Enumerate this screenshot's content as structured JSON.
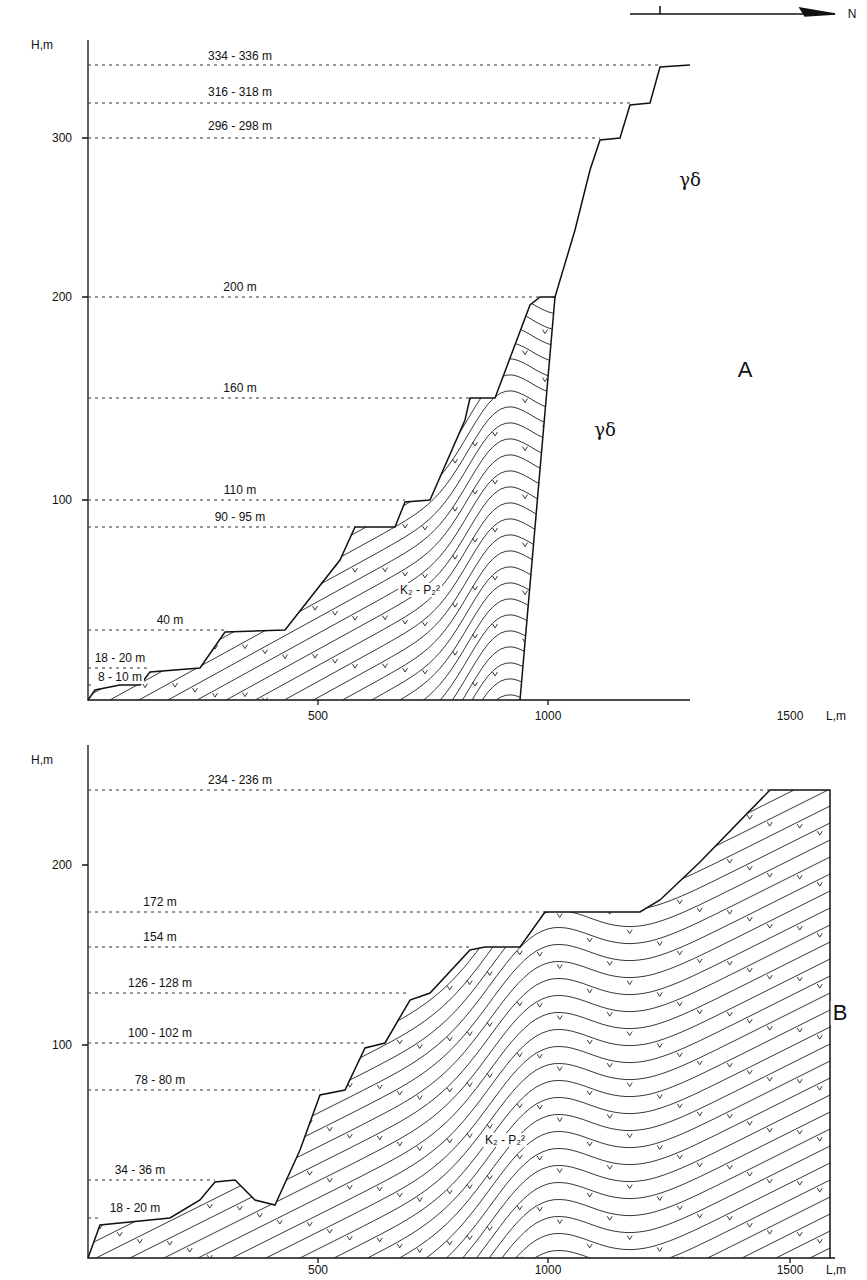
{
  "diagram": {
    "labels": [
      "N",
      "H,m",
      "334 - 336 m",
      "316 - 318 m",
      "296 - 298 m",
      "300",
      "γδ",
      "200 m",
      "200",
      "A",
      "160 m",
      "γδ",
      "110 m",
      "100",
      "90 - 95 m",
      "K₂ - P₂²",
      "40 m",
      "18 - 20 m",
      "8 - 10 m",
      "500",
      "1000",
      "1500",
      "L,m",
      "H,m",
      "234 - 236 m",
      "200",
      "172 m",
      "154 m",
      "126 - 128 m",
      "B",
      "100 - 102 m",
      "100",
      "78 - 80 m",
      "K₂ - P₂²",
      "34 - 36 m",
      "18 - 20 m",
      "500",
      "1000",
      "1500",
      "L,m"
    ]
  }
}
